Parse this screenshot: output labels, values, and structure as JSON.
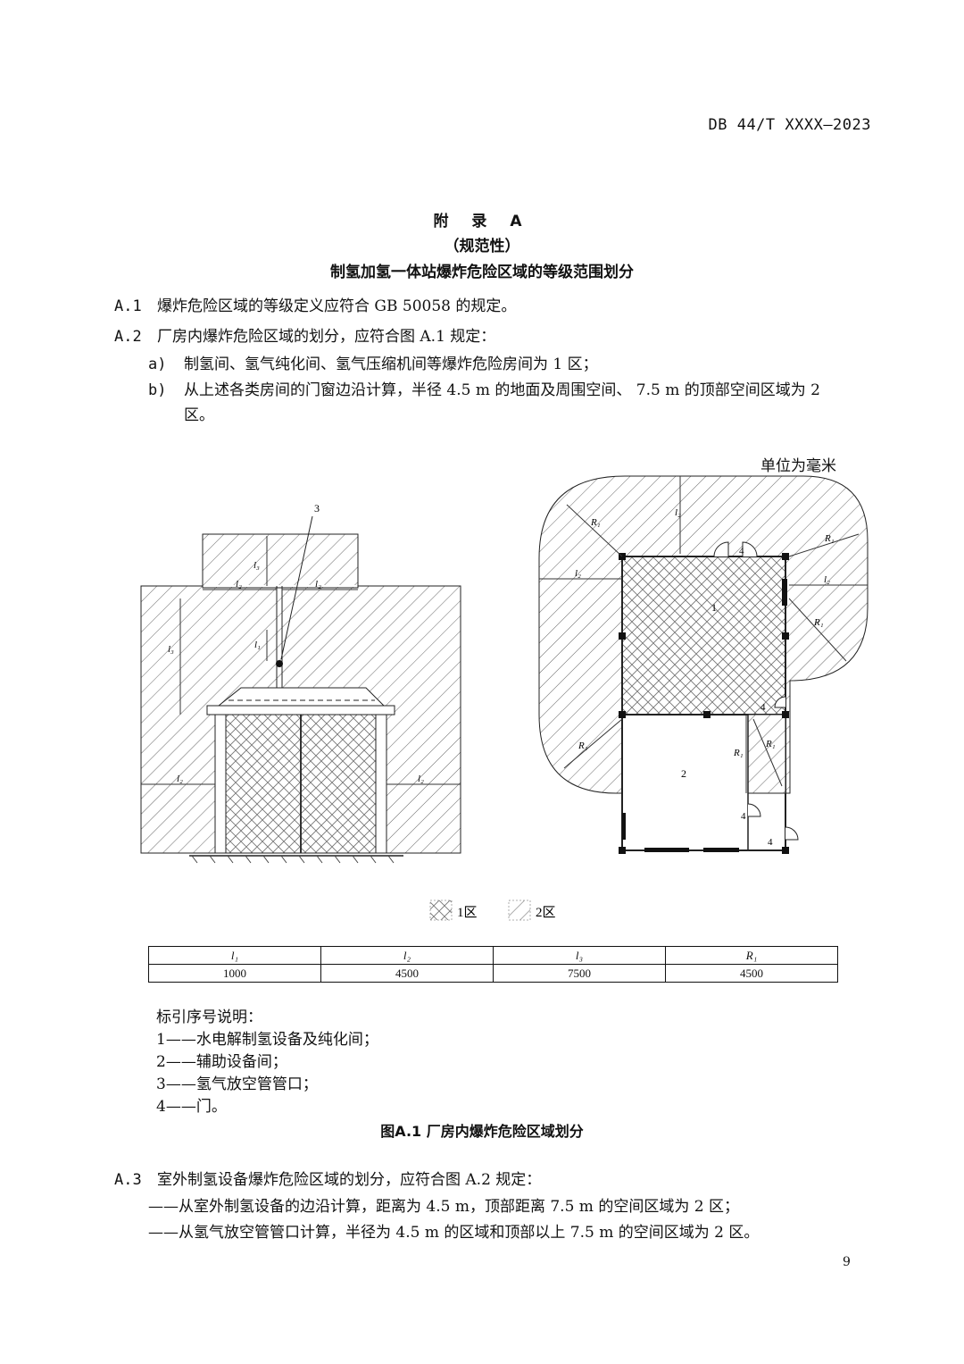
{
  "header": {
    "code": "DB 44/T XXXX—2023"
  },
  "annex": {
    "label": "附 录 A",
    "nature": "（规范性）",
    "title": "制氢加氢一体站爆炸危险区域的等级范围划分"
  },
  "clauses": {
    "a1": {
      "num": "A.1",
      "text": "爆炸危险区域的等级定义应符合 GB 50058 的规定。"
    },
    "a2": {
      "num": "A.2",
      "text": "厂房内爆炸危险区域的划分，应符合图 A.1 规定：",
      "item_a_mark": "a)",
      "item_a": "制氢间、氢气纯化间、氢气压缩机间等爆炸危险房间为 1 区；",
      "item_b_mark": "b)",
      "item_b_line1": "从上述各类房间的门窗边沿计算，半径 4.5 m 的地面及周围空间、 7.5 m 的顶部空间区域为 2",
      "item_b_line2": "区。"
    },
    "a3": {
      "num": "A.3",
      "text": "室外制氢设备爆炸危险区域的划分，应符合图 A.2 规定：",
      "dash1": "——从室外制氢设备的边沿计算，距离为 4.5 m，顶部距离 7.5 m 的空间区域为 2 区；",
      "dash2": "——从氢气放空管管口计算，半径为 4.5 m 的区域和顶部以上 7.5 m 的空间区域为 2 区。"
    }
  },
  "figure": {
    "unit_note": "单位为毫米",
    "labels": {
      "l1": "l₁",
      "l2": "l₂",
      "l3": "l₃",
      "r1": "R₁",
      "n1": "1",
      "n2": "2",
      "n3": "3",
      "n4": "4"
    },
    "legend": {
      "zone1": "1区",
      "zone2": "2区"
    },
    "table": {
      "headers": [
        "l₁",
        "l₂",
        "l₃",
        "R₁"
      ],
      "values": [
        "1000",
        "4500",
        "7500",
        "4500"
      ]
    },
    "key": {
      "title": "标引序号说明：",
      "items": [
        "1——水电解制氢设备及纯化间；",
        "2——辅助设备间；",
        "3——氢气放空管管口；",
        "4——门。"
      ]
    },
    "caption": "图A.1 厂房内爆炸危险区域划分"
  },
  "page_number": "9"
}
